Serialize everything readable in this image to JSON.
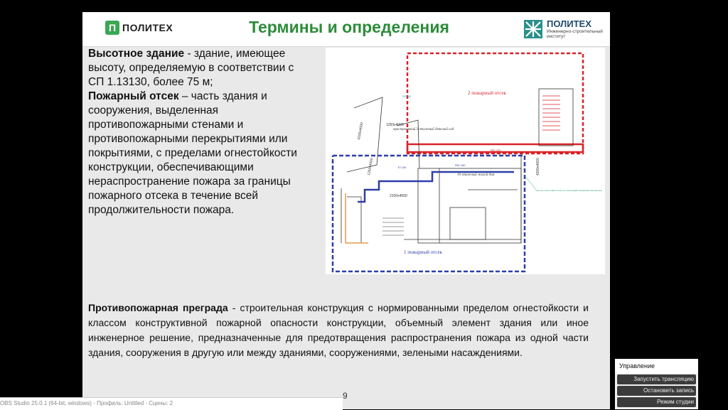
{
  "slide": {
    "logo_left_mark": "П",
    "logo_left_text": "ПОЛИТЕХ",
    "title": "Термины и определения",
    "logo_right_name": "ПОЛИТЕХ",
    "logo_right_sub": "Инженерно-строительный институт",
    "left_text": {
      "term1": "Высотное здание",
      "def1": " - здание, имеющее высоту, определяемую в соответствии с СП 1.13130, более 75 м;",
      "term2": "Пожарный отсек",
      "def2": " – часть здания и сооружения, выделенная противопожарными стенами и противопожарными перекрытиями или покрытиями, с пределами огнестойкости конструкции, обеспечивающими нераспространение пожара за границы пожарного отсека в течение всей продолжительности пожара."
    },
    "figure": {
      "label_compartment2": "2 пожарный отсек",
      "label_compartment1": "1 пожарный отсек",
      "label_built": "пристроенный 3 этажный детский сад",
      "label_10floor": "10 этажный жилой дом",
      "label_note": "проезд огнестойкости вал и зональный пожарный перекрытия",
      "dim1": "1250х4000",
      "dim2": "4200х4000",
      "dim3": "1250х4000",
      "dim4": "2100х4000",
      "dim5": "4200х4000",
      "tag1": "REI 150",
      "tag2": "EI 150",
      "tag3": "REI 150",
      "tag4": "REI 45"
    },
    "bottom_text": {
      "term": "Противопожарная преграда",
      "def": " - строительная конструкция с нормированными пределом огнестойкости и классом конструктивной пожарной опасности конструкции, объемный элемент здания или иное инженерное решение, предназначенные для предотвращения распространения пожара из одной части здания, сооружения в другую или между зданиями, сооружениями, зелеными насаждениями."
    },
    "page_number": "9"
  },
  "taskbar": {
    "text": "OBS Studio 25.0.1 (64-bit, windows) - Профиль: Untitled - Сцены: 2"
  },
  "control_panel": {
    "header": "Управление",
    "btn_start_stream": "Запустить трансляцию",
    "btn_stop_record": "Остановить запись",
    "btn_studio_mode": "Режим студии"
  },
  "colors": {
    "title_green": "#2d8c3a",
    "red_dash": "#d8232a",
    "blue_dash": "#2d3fa8"
  }
}
